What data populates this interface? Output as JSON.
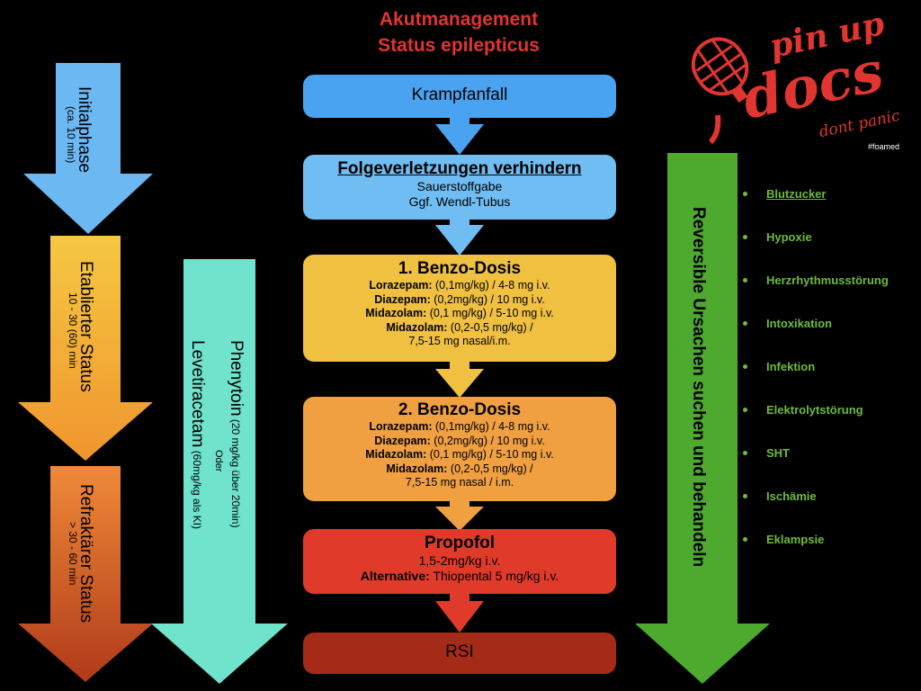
{
  "title": {
    "line1": "Akutmanagement",
    "line2": "Status epilepticus"
  },
  "logo": {
    "top": "pin up",
    "main": "docs",
    "tagline": "dont panic",
    "hashtag": "#foamed"
  },
  "phases": [
    {
      "label": "Initialphase",
      "sub": "(ca. 10 min)"
    },
    {
      "label": "Etablierter Status",
      "sub": "10 - 30 (60) min"
    },
    {
      "label": "Refraktärer Status",
      "sub": "> 30 - 60 min"
    }
  ],
  "drugs_arrow": {
    "drug1": "Phenytoin",
    "drug1_dose": "(20 mg/kg über 20min)",
    "or": "Oder",
    "drug2": "Levetiracetam",
    "drug2_dose": "(60mg/kg als KI)"
  },
  "steps": {
    "s1": {
      "title": "Krampfanfall"
    },
    "s2": {
      "title": "Folgeverletzungen verhindern",
      "l1": "Sauerstoffgabe",
      "l2": "Ggf. Wendl-Tubus"
    },
    "s3": {
      "title": "1. Benzo-Dosis",
      "r1a": "Lorazepam:",
      "r1b": " (0,1mg/kg) / 4-8 mg i.v.",
      "r2a": "Diazepam:",
      "r2b": " (0,2mg/kg) / 10 mg i.v.",
      "r3a": "Midazolam:",
      "r3b": " (0,1 mg/kg) / 5-10 mg i.v.",
      "r4a": "Midazolam:",
      "r4b": " (0,2-0,5 mg/kg) /",
      "r5": "7,5-15 mg nasal/i.m."
    },
    "s4": {
      "title": "2. Benzo-Dosis",
      "r1a": "Lorazepam:",
      "r1b": " (0,1mg/kg) / 4-8 mg i.v.",
      "r2a": "Diazepam:",
      "r2b": " (0,2mg/kg) / 10 mg i.v.",
      "r3a": "Midazolam:",
      "r3b": " (0,1 mg/kg) / 5-10 mg i.v.",
      "r4a": "Midazolam:",
      "r4b": " (0,2-0,5 mg/kg) /",
      "r5": "7,5-15 mg nasal / i.m."
    },
    "s5": {
      "title": "Propofol",
      "l1": "1,5-2mg/kg i.v.",
      "l2a": "Alternative:",
      "l2b": " Thiopental 5 mg/kg i.v."
    },
    "s6": {
      "title": "RSI"
    }
  },
  "reversible": {
    "label": "Reversible Ursachen suchen und behandeln",
    "causes": [
      "Blutzucker",
      "Hypoxie",
      "Herzrhythmusstörung",
      "Intoxikation",
      "Infektion",
      "Elektrolytstörung",
      "SHT",
      "Ischämie",
      "Eklampsie"
    ]
  },
  "colors": {
    "title_red": "#e03530",
    "blue": "#4aa3f0",
    "light_blue": "#6fbdf2",
    "yellow": "#f0c040",
    "orange": "#f0a040",
    "red": "#e03a2a",
    "dark_red": "#a52a18",
    "teal": "#70e3cc",
    "green": "#4daa2e"
  }
}
